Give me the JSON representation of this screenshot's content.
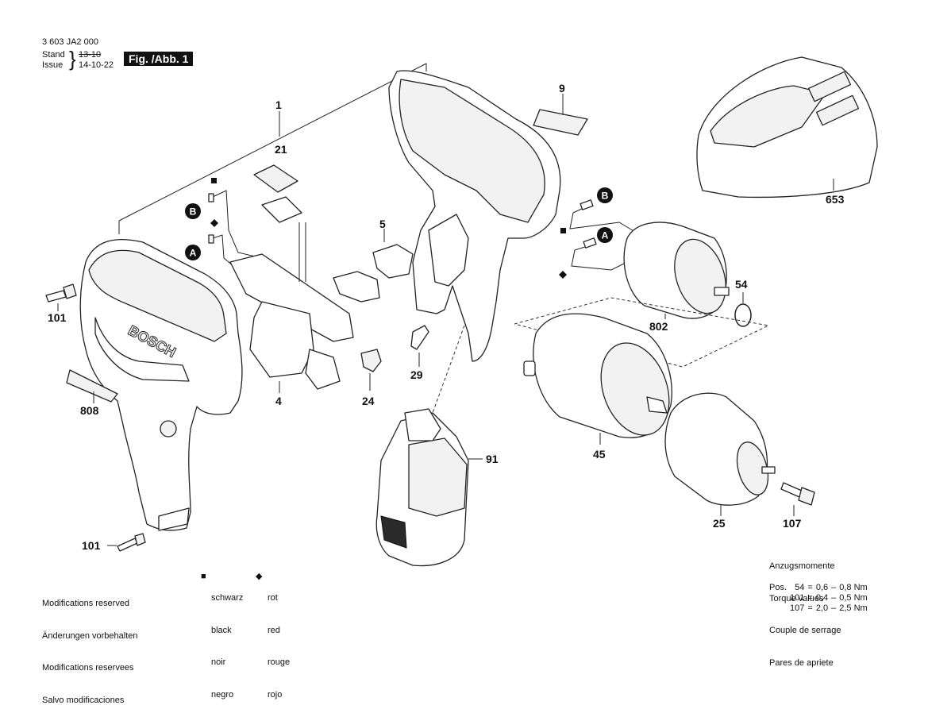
{
  "header": {
    "doc_number": "3 603 JA2 000",
    "stand_label": "Stand",
    "issue_label": "Issue",
    "old_date": "13-10",
    "new_date": "14-10-22",
    "figure_label": "Fig. /Abb. 1"
  },
  "parts": {
    "p1": "1",
    "p4": "4",
    "p5": "5",
    "p9": "9",
    "p21": "21",
    "p24": "24",
    "p25": "25",
    "p29": "29",
    "p45": "45",
    "p54": "54",
    "p91": "91",
    "p101a": "101",
    "p101b": "101",
    "p107": "107",
    "p653": "653",
    "p802": "802",
    "p808": "808"
  },
  "connectors": {
    "a": "A",
    "b": "B"
  },
  "modifications": [
    "Modifications reserved",
    "Änderungen vorbehalten",
    "Modifications reservees",
    "Salvo modificaciones"
  ],
  "legend": {
    "square_symbol": "■",
    "diamond_symbol": "◆",
    "black": [
      "schwarz",
      "black",
      "noir",
      "negro"
    ],
    "red": [
      "rot",
      "red",
      "rouge",
      "rojo"
    ]
  },
  "torque": {
    "titles": [
      "Anzugsmomente",
      "Torque values",
      "Couple de serrage",
      "Pares de apriete"
    ],
    "pos_label": "Pos.",
    "rows": [
      {
        "pos": "54",
        "eq": "=",
        "min": "0,6",
        "dash": "–",
        "max": "0,8 Nm"
      },
      {
        "pos": "101",
        "eq": "=",
        "min": "0,4",
        "dash": "–",
        "max": "0,5 Nm"
      },
      {
        "pos": "107",
        "eq": "=",
        "min": "2,0",
        "dash": "–",
        "max": "2,5 Nm"
      }
    ]
  }
}
